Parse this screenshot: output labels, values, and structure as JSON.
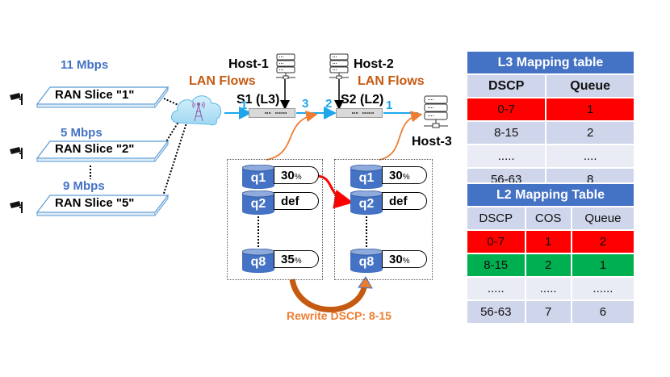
{
  "slices": [
    {
      "rate": "11 Mbps",
      "label": "RAN Slice \"1\""
    },
    {
      "rate": "5  Mbps",
      "label": "RAN Slice \"2\""
    },
    {
      "rate": "9 Mbps",
      "label": "RAN Slice \"5\""
    }
  ],
  "network": {
    "lan_flows_1": "LAN Flows",
    "lan_flows_2": "LAN Flows",
    "host1": "Host-1",
    "host2": "Host-2",
    "host3": "Host-3",
    "s1": "S1 (L3)",
    "s2": "S2 (L2)",
    "ports": {
      "s1_in": "1",
      "s1_out": "3",
      "s2_in": "2",
      "s2_out": "1"
    }
  },
  "queues": {
    "s1": [
      {
        "name": "q1",
        "value": "30",
        "unit": "%"
      },
      {
        "name": "q2",
        "value": "def",
        "unit": ""
      },
      {
        "name": "q8",
        "value": "35",
        "unit": "%"
      }
    ],
    "s2": [
      {
        "name": "q1",
        "value": "30",
        "unit": "%"
      },
      {
        "name": "q2",
        "value": "def",
        "unit": ""
      },
      {
        "name": "q8",
        "value": "30",
        "unit": "%"
      }
    ]
  },
  "rewrite_label": "Rewrite DSCP: 8-15",
  "l3_table": {
    "title": "L3 Mapping table",
    "headers": [
      "DSCP",
      "Queue"
    ],
    "rows": [
      [
        "0-7",
        "1"
      ],
      [
        "8-15",
        "2"
      ],
      [
        ".....",
        "...."
      ],
      [
        "56-63",
        "8"
      ]
    ]
  },
  "l2_table": {
    "title": "L2 Mapping Table",
    "headers": [
      "DSCP",
      "COS",
      "Queue"
    ],
    "rows": [
      [
        "0-7",
        "1",
        "2"
      ],
      [
        "8-15",
        "2",
        "1"
      ],
      [
        ".....",
        ".....",
        "......"
      ],
      [
        "56-63",
        "7",
        "6"
      ]
    ]
  },
  "colors": {
    "accent": "#4472C4",
    "highlight_red": "#FF0000",
    "highlight_green": "#00B050",
    "port_blue": "#1CA7EC",
    "orange": "#ED7D31"
  }
}
